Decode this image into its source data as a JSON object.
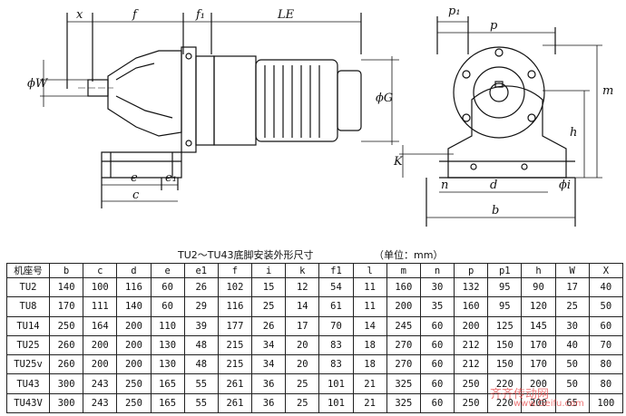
{
  "drawing": {
    "side_view_labels": {
      "x": "x",
      "f": "f",
      "f1": "f₁",
      "le": "LE",
      "phi_w": "ϕW",
      "phi_g": "ϕG",
      "k": "K",
      "e": "e",
      "e1": "e₁",
      "c": "c"
    },
    "end_view_labels": {
      "p1": "p₁",
      "p": "p",
      "m": "m",
      "h": "h",
      "n": "n",
      "d": "d",
      "b": "b",
      "phi_i": "ϕi"
    }
  },
  "caption": {
    "title": "TU2～TU43底脚安装外形尺寸",
    "unit": "（单位：mm）"
  },
  "table": {
    "headers": [
      "机座号",
      "b",
      "c",
      "d",
      "e",
      "e1",
      "f",
      "i",
      "k",
      "f1",
      "l",
      "m",
      "n",
      "p",
      "p1",
      "h",
      "W",
      "X"
    ],
    "rows": [
      [
        "TU2",
        "140",
        "100",
        "116",
        "60",
        "26",
        "102",
        "15",
        "12",
        "54",
        "11",
        "160",
        "30",
        "132",
        "95",
        "90",
        "17",
        "40"
      ],
      [
        "TU8",
        "170",
        "111",
        "140",
        "60",
        "29",
        "116",
        "25",
        "14",
        "61",
        "11",
        "200",
        "35",
        "160",
        "95",
        "120",
        "25",
        "50"
      ],
      [
        "TU14",
        "250",
        "164",
        "200",
        "110",
        "39",
        "177",
        "26",
        "17",
        "70",
        "14",
        "245",
        "60",
        "200",
        "125",
        "145",
        "30",
        "60"
      ],
      [
        "TU25",
        "260",
        "200",
        "200",
        "130",
        "48",
        "215",
        "34",
        "20",
        "83",
        "18",
        "270",
        "60",
        "212",
        "150",
        "170",
        "40",
        "70"
      ],
      [
        "TU25v",
        "260",
        "200",
        "200",
        "130",
        "48",
        "215",
        "34",
        "20",
        "83",
        "18",
        "270",
        "60",
        "212",
        "150",
        "170",
        "50",
        "80"
      ],
      [
        "TU43",
        "300",
        "243",
        "250",
        "165",
        "55",
        "261",
        "36",
        "25",
        "101",
        "21",
        "325",
        "60",
        "250",
        "220",
        "200",
        "50",
        "80"
      ],
      [
        "TU43V",
        "300",
        "243",
        "250",
        "165",
        "55",
        "261",
        "36",
        "25",
        "101",
        "21",
        "325",
        "60",
        "250",
        "220",
        "200",
        "65",
        "100"
      ]
    ]
  },
  "watermark": {
    "text": "齐齐传动网",
    "url": "www.Geifu.com"
  }
}
